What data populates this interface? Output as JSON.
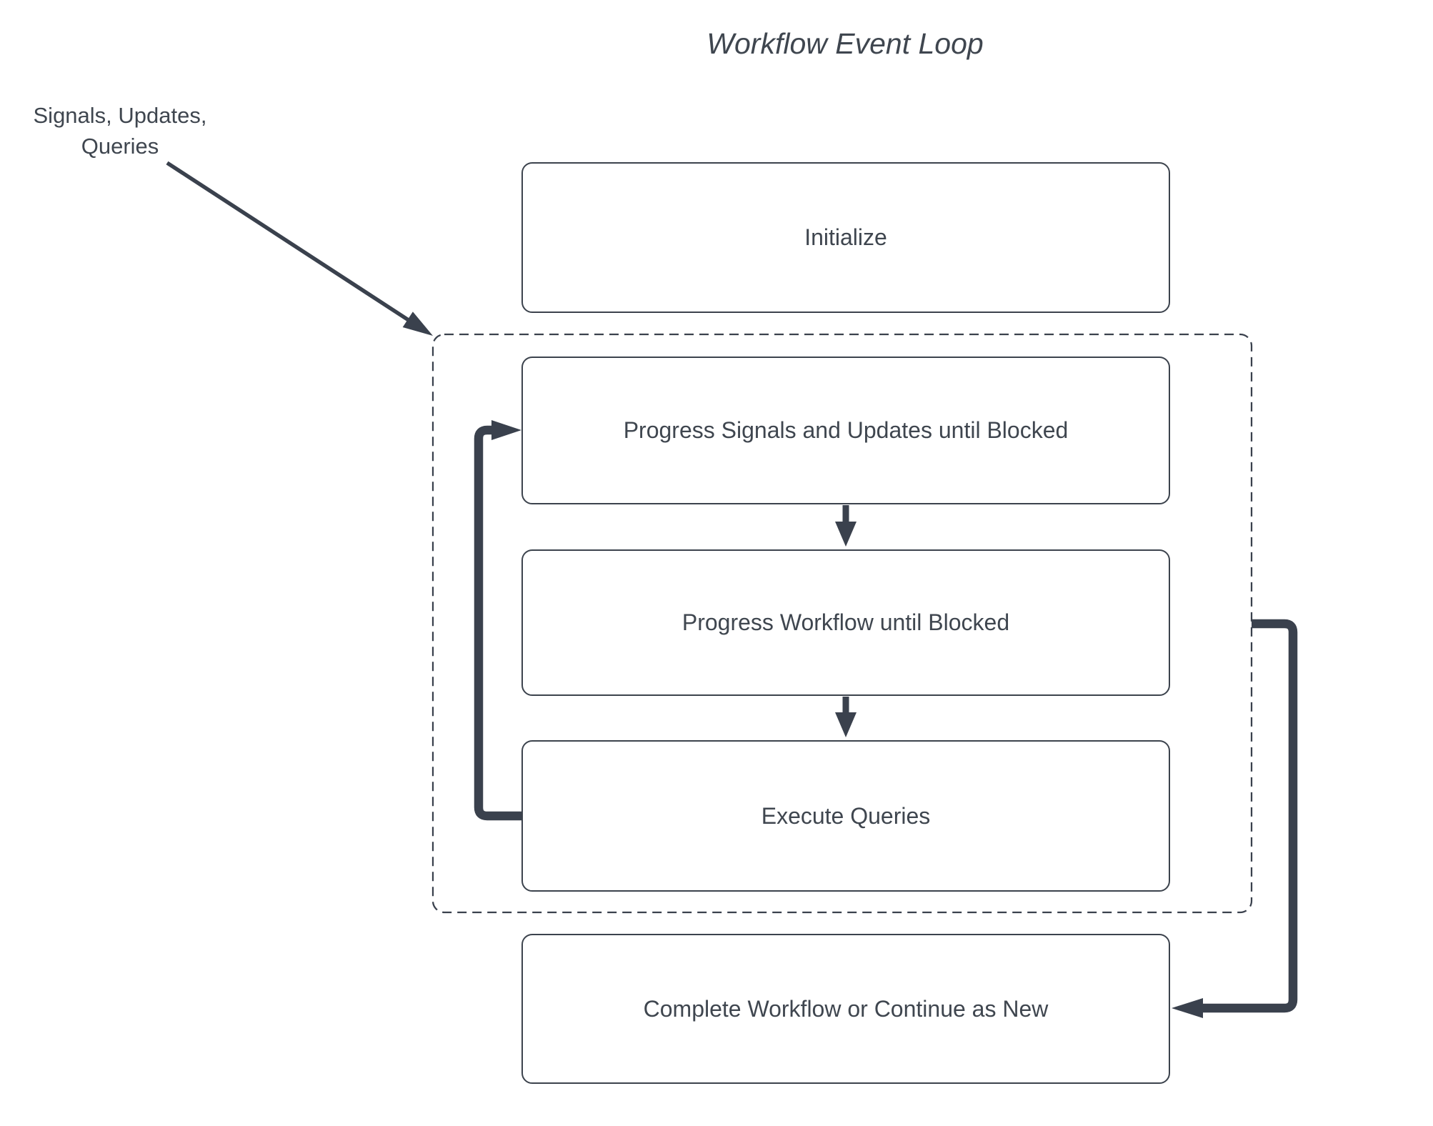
{
  "title": "Workflow Event Loop",
  "external_label": "Signals, Updates,\nQueries",
  "nodes": [
    {
      "id": "initialize",
      "label": "Initialize"
    },
    {
      "id": "progress-signals",
      "label": "Progress Signals and Updates until Blocked"
    },
    {
      "id": "progress-workflow",
      "label": "Progress Workflow until Blocked"
    },
    {
      "id": "execute-queries",
      "label": "Execute Queries"
    },
    {
      "id": "complete",
      "label": "Complete Workflow or Continue as New"
    }
  ],
  "container": {
    "id": "event-loop-group",
    "style": "dashed",
    "contains": [
      "progress-signals",
      "progress-workflow",
      "execute-queries"
    ]
  },
  "edges": [
    {
      "from": "external-inputs",
      "to": "event-loop-group",
      "kind": "annotation-arrow"
    },
    {
      "from": "progress-signals",
      "to": "progress-workflow",
      "kind": "down-arrow"
    },
    {
      "from": "progress-workflow",
      "to": "execute-queries",
      "kind": "down-arrow"
    },
    {
      "from": "execute-queries",
      "to": "progress-signals",
      "kind": "loop-back-arrow"
    },
    {
      "from": "event-loop-group",
      "to": "complete",
      "kind": "exit-arrow"
    }
  ],
  "colors": {
    "background": "#ffffff",
    "stroke": "#3a414d",
    "text": "#3f464f",
    "box_border": "#3c434d"
  }
}
